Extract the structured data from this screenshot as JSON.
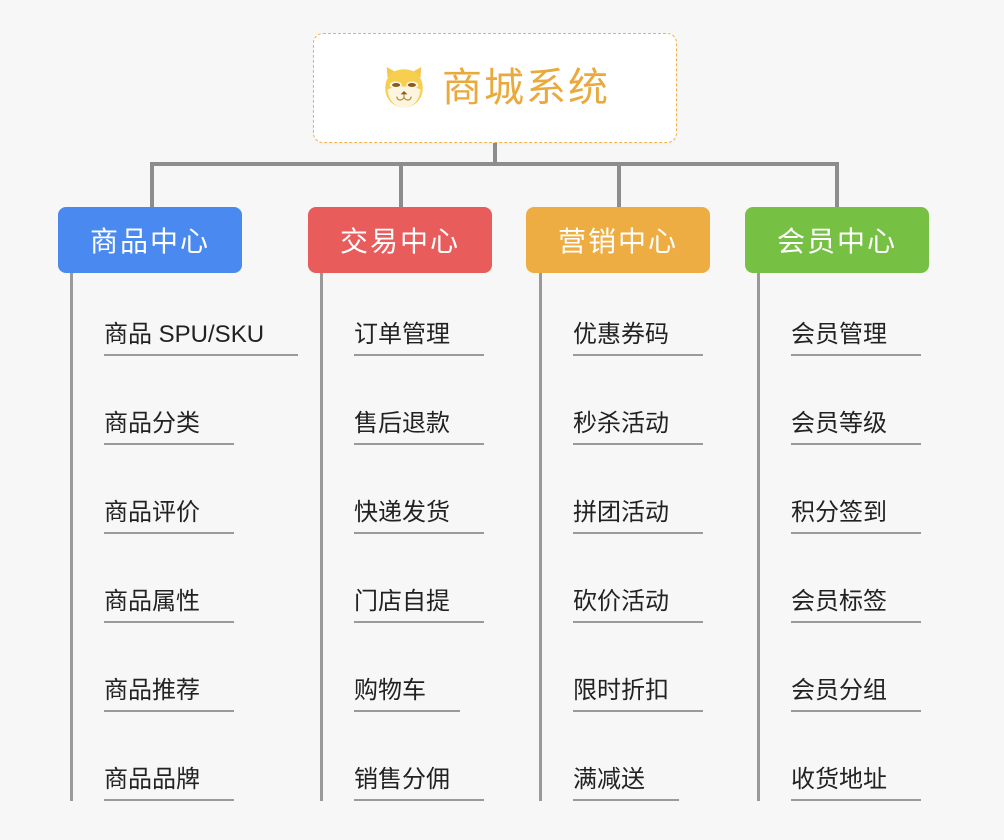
{
  "root": {
    "title": "商城系统",
    "icon": "shiba-dog-face-icon",
    "border_color": "#f0b24a",
    "text_color": "#eaa93c",
    "background": "#ffffff"
  },
  "canvas": {
    "background": "#f7f7f7",
    "connector_color": "#8d8d8d"
  },
  "categories": [
    {
      "label": "商品中心",
      "color": "#4a89f0",
      "items": [
        "商品 SPU/SKU",
        "商品分类",
        "商品评价",
        "商品属性",
        "商品推荐",
        "商品品牌"
      ]
    },
    {
      "label": "交易中心",
      "color": "#e85c5c",
      "items": [
        "订单管理",
        "售后退款",
        "快递发货",
        "门店自提",
        "购物车",
        "销售分佣"
      ]
    },
    {
      "label": "营销中心",
      "color": "#edad43",
      "items": [
        "优惠券码",
        "秒杀活动",
        "拼团活动",
        "砍价活动",
        "限时折扣",
        "满减送"
      ]
    },
    {
      "label": "会员中心",
      "color": "#76c043",
      "items": [
        "会员管理",
        "会员等级",
        "积分签到",
        "会员标签",
        "会员分组",
        "收货地址"
      ]
    }
  ]
}
